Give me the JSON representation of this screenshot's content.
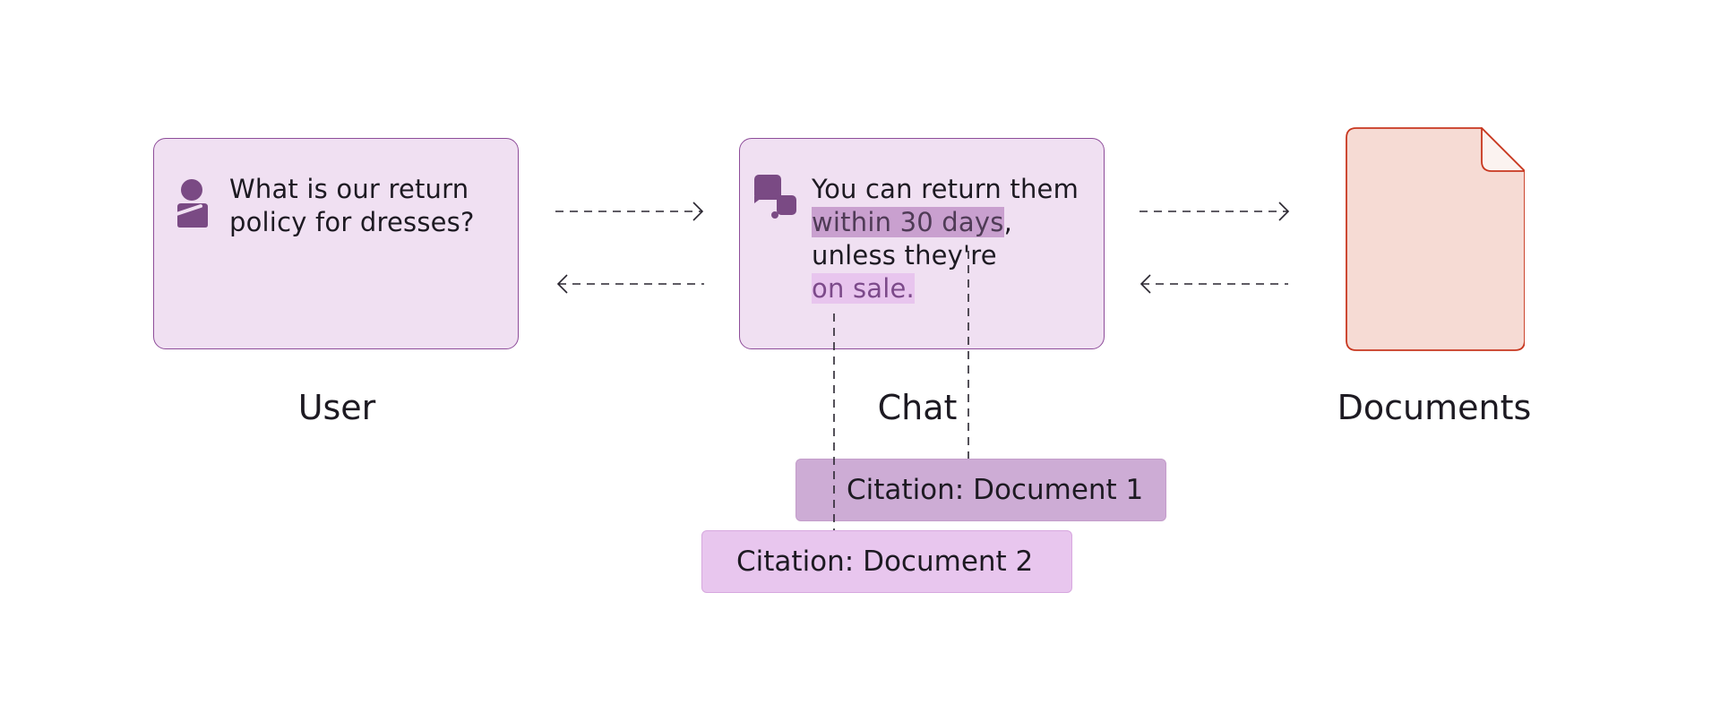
{
  "user": {
    "message_lines": [
      "What is our return",
      "policy for dresses?"
    ],
    "label": "User"
  },
  "chat": {
    "line1": "You can return them",
    "highlight1": "within 30 days",
    "comma": ",",
    "line3": "unless they're",
    "highlight2": "on sale.",
    "label": "Chat"
  },
  "documents": {
    "label": "Documents"
  },
  "citations": [
    {
      "text": "Citation: Document 1"
    },
    {
      "text": "Citation: Document 2"
    }
  ],
  "colors": {
    "card_fill": "#f0e0f2",
    "card_border": "#8e4d9a",
    "icon": "#7a4a84",
    "highlight_dark": "#c9a0cf",
    "highlight_light": "#e8c5ee",
    "document_fill": "#f6dbd4",
    "document_border": "#c8371f",
    "citation_1": "#cdacd5",
    "citation_2": "#e8c6ee"
  },
  "icons": {
    "user": "person-icon",
    "chat": "chat-bubbles-icon",
    "document": "document-icon"
  }
}
